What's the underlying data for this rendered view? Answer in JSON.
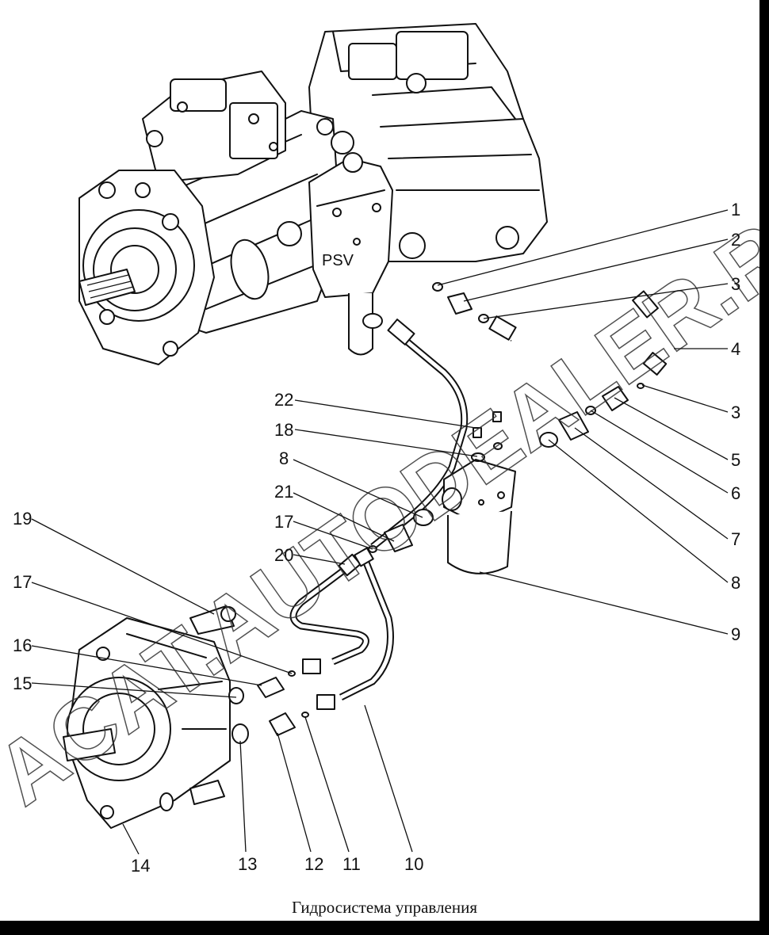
{
  "caption": "Гидросистема управления",
  "psv_label": "PSV",
  "watermark": "ACAT.AUTODEALER.RU",
  "callouts": [
    {
      "id": "c1",
      "text": "1"
    },
    {
      "id": "c2",
      "text": "2"
    },
    {
      "id": "c3a",
      "text": "3"
    },
    {
      "id": "c4",
      "text": "4"
    },
    {
      "id": "c3b",
      "text": "3"
    },
    {
      "id": "c5",
      "text": "5"
    },
    {
      "id": "c6",
      "text": "6"
    },
    {
      "id": "c7",
      "text": "7"
    },
    {
      "id": "c8a",
      "text": "8"
    },
    {
      "id": "c9",
      "text": "9"
    },
    {
      "id": "c22",
      "text": "22"
    },
    {
      "id": "c18",
      "text": "18"
    },
    {
      "id": "c8b",
      "text": "8"
    },
    {
      "id": "c21",
      "text": "21"
    },
    {
      "id": "c17a",
      "text": "17"
    },
    {
      "id": "c20",
      "text": "20"
    },
    {
      "id": "c19",
      "text": "19"
    },
    {
      "id": "c17b",
      "text": "17"
    },
    {
      "id": "c16",
      "text": "16"
    },
    {
      "id": "c15",
      "text": "15"
    },
    {
      "id": "c14",
      "text": "14"
    },
    {
      "id": "c13",
      "text": "13"
    },
    {
      "id": "c12",
      "text": "12"
    },
    {
      "id": "c11",
      "text": "11"
    },
    {
      "id": "c10",
      "text": "10"
    }
  ]
}
